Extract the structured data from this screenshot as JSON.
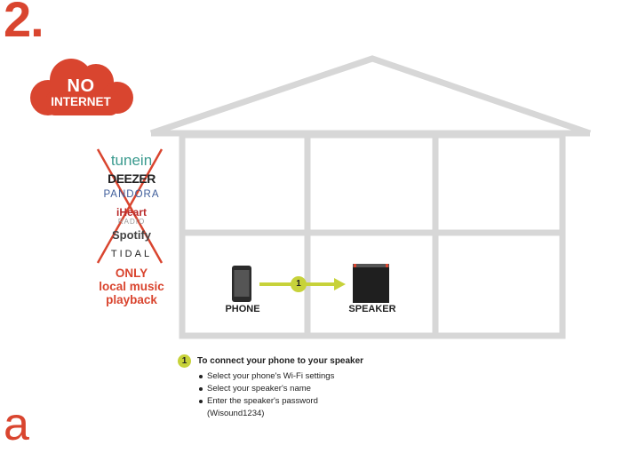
{
  "step_number": "2.",
  "corner_letter": "a",
  "cloud": {
    "line1": "NO",
    "line2": "INTERNET",
    "color": "#d9452f"
  },
  "services": {
    "tunein": "tunein",
    "deezer": "DEEZER",
    "pandora": "PANDORA",
    "iheart": "iHeart",
    "iheart_sub": "RADIO",
    "spotify": "Spotify",
    "tidal": "TIDAL"
  },
  "offline_note": [
    "ONLY",
    "local music",
    "playback"
  ],
  "devices": {
    "phone": "PHONE",
    "speaker": "SPEAKER",
    "connection_step": "1"
  },
  "instructions": {
    "badge": "1",
    "title": "To connect your phone to your speaker",
    "steps": [
      "Select your phone's Wi-Fi settings",
      "Select your speaker's name",
      "Enter the speaker's password"
    ],
    "password_note": "(Wisound1234)"
  },
  "colors": {
    "accent_red": "#d9452f",
    "house_gray": "#d7d7d7",
    "arrow_green": "#c7d23a"
  }
}
